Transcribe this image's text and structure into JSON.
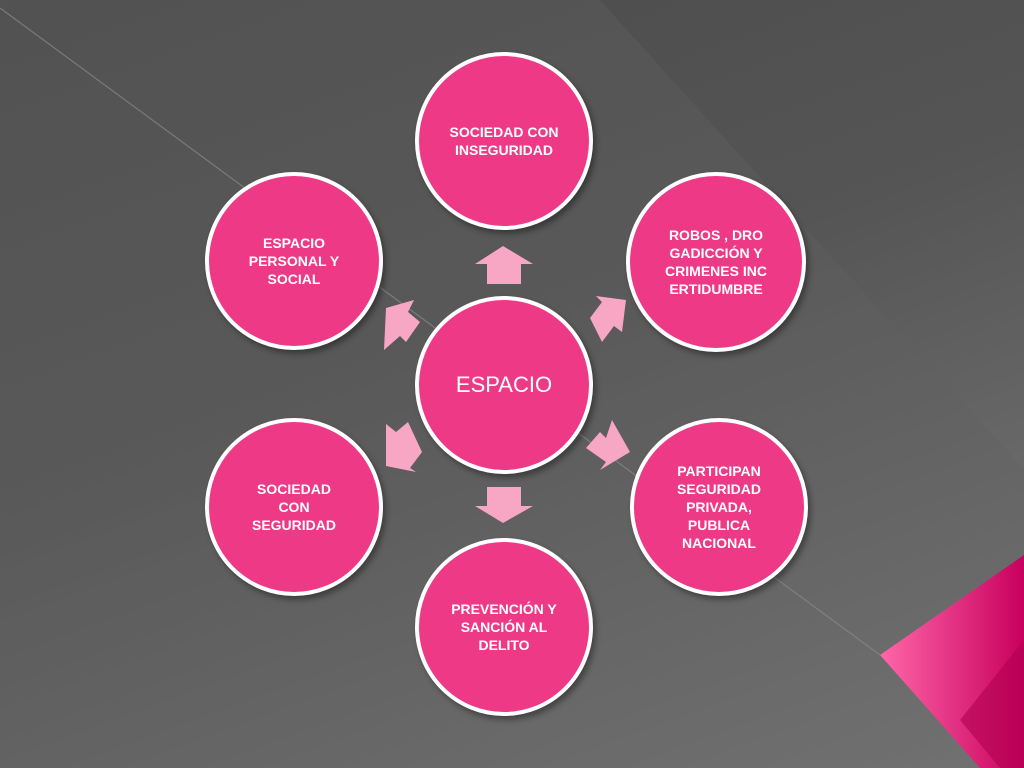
{
  "colors": {
    "node_fill": "#ee3a86",
    "node_border": "#ffffff",
    "arrow_fill": "#f7a6c4",
    "accent_magenta": "#d4066e"
  },
  "center": {
    "label": "ESPACIO"
  },
  "nodes": [
    {
      "label": "SOCIEDAD CON INSEGURIDAD"
    },
    {
      "label": "ROBOS , DROGADICCIÓN Y CRIMENES INCERTIDUMBRE"
    },
    {
      "label": "PARTICIPAN SEGURIDAD PRIVADA, PUBLICA NACIONAL"
    },
    {
      "label": "PREVENCIÓN Y SANCIÓN AL DELITO"
    },
    {
      "label": "SOCIEDAD CON SEGURIDAD"
    },
    {
      "label": "ESPACIO PERSONAL Y SOCIAL"
    }
  ]
}
